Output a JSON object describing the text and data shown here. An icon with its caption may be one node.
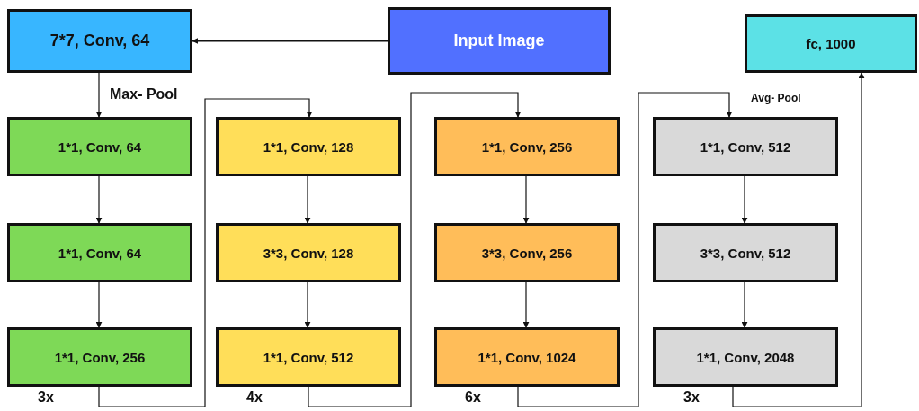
{
  "diagram": {
    "nodes": [
      {
        "text": [
          "7*7, Conv, 64"
        ]
      },
      {
        "text": [
          "Input Image"
        ]
      },
      {
        "text": [
          "fc, 1000"
        ]
      },
      {
        "text": [
          "1*1, Conv, 64"
        ]
      },
      {
        "text": [
          "1*1, Conv, 64"
        ]
      },
      {
        "text": [
          "1*1, Conv, 256"
        ],
        "beside": [
          "3x"
        ]
      },
      {
        "text": [
          "1*1, Conv, 128"
        ]
      },
      {
        "text": [
          "3*3, Conv, 128"
        ]
      },
      {
        "text": [
          "1*1, Conv, 512"
        ],
        "beside": [
          "4x"
        ]
      },
      {
        "text": [
          "1*1, Conv, 256"
        ]
      },
      {
        "text": [
          "3*3, Conv, 256"
        ]
      },
      {
        "text": [
          "1*1, Conv, 1024"
        ],
        "beside": [
          "6x"
        ]
      },
      {
        "text": [
          "1*1, Conv, 512"
        ]
      },
      {
        "text": [
          "3*3, Conv, 512"
        ]
      },
      {
        "text": [
          "1*1, Conv, 2048"
        ],
        "beside": [
          "3x"
        ]
      }
    ],
    "edges": [
      {
        "from": 1,
        "to": 0,
        "arrow": "to"
      },
      {
        "from": 0,
        "to": 3,
        "arrow": "to",
        "label": "Max- Pool"
      },
      {
        "from": 3,
        "to": 4,
        "arrow": "to"
      },
      {
        "from": 4,
        "to": 5,
        "arrow": "to"
      },
      {
        "from": 5,
        "to": 6,
        "arrow": "to"
      },
      {
        "from": 6,
        "to": 7,
        "arrow": "to"
      },
      {
        "from": 7,
        "to": 8,
        "arrow": "to"
      },
      {
        "from": 8,
        "to": 9,
        "arrow": "to"
      },
      {
        "from": 9,
        "to": 10,
        "arrow": "to"
      },
      {
        "from": 10,
        "to": 11,
        "arrow": "to"
      },
      {
        "from": 11,
        "to": 12,
        "arrow": "to",
        "label": "Avg- Pool"
      },
      {
        "from": 12,
        "to": 13,
        "arrow": "to"
      },
      {
        "from": 13,
        "to": 14,
        "arrow": "to"
      },
      {
        "from": 14,
        "to": 2,
        "arrow": "to"
      }
    ]
  }
}
